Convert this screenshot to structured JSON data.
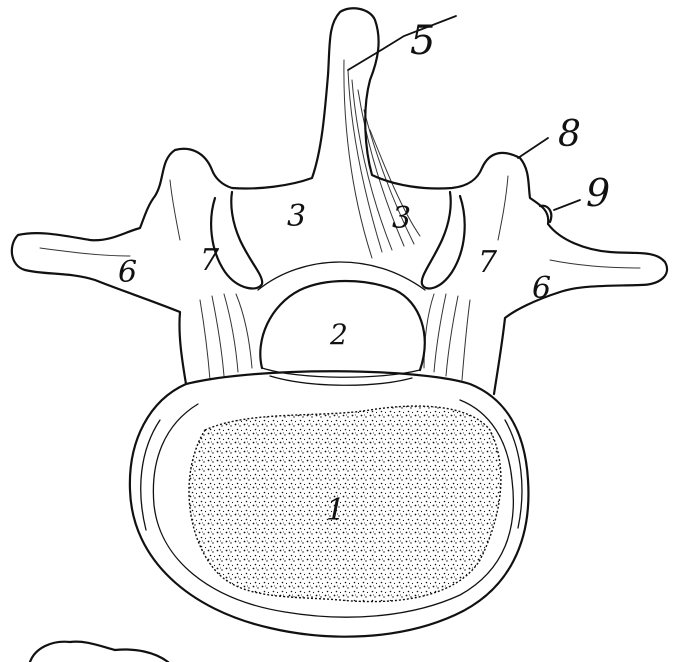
{
  "colors": {
    "ink": "#111111",
    "paper": "#ffffff"
  },
  "labels": {
    "vertebral_body": "1",
    "vertebral_foramen": "2",
    "lamina_left": "3",
    "lamina_right": "3",
    "spinous_process": "5",
    "transverse_process_left": "6",
    "transverse_process_right": "6",
    "pedicle_left": "7",
    "pedicle_right": "7",
    "superior_articular_process": "8",
    "mammillary_process": "9"
  }
}
